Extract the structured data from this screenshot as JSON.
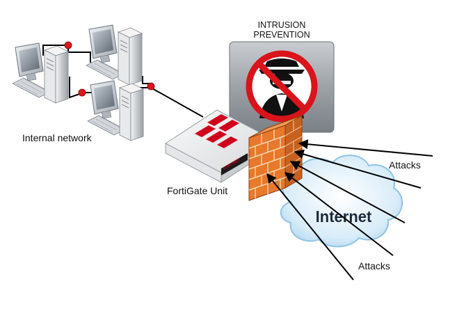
{
  "banner": {
    "title_line1": "INTRUSION",
    "title_line2": "PREVENTION"
  },
  "labels": {
    "internal_network": "Internal network",
    "fortigate_unit": "FortiGate Unit",
    "attacks_top": "Attacks",
    "attacks_bottom": "Attacks",
    "internet": "Internet",
    "device_logo": "FORTINET"
  },
  "colors": {
    "brick": "#e8782a",
    "brick_dark": "#b9531a",
    "mortar": "#f6d6b0",
    "cloud": "#cfe8f8",
    "cloud_edge": "#8ec4e6",
    "prohibit_red": "#d9141b",
    "node_red": "#e0161e",
    "fortinet_red": "#d0021b",
    "panel": "#9a9fa4"
  },
  "icons": {
    "computers": [
      "desktop-computer-icon",
      "desktop-computer-icon",
      "desktop-computer-icon"
    ],
    "prohibit": "no-intruder-icon",
    "firewall": "brick-wall-icon",
    "cloud": "internet-cloud-icon",
    "device": "fortigate-appliance-icon"
  }
}
